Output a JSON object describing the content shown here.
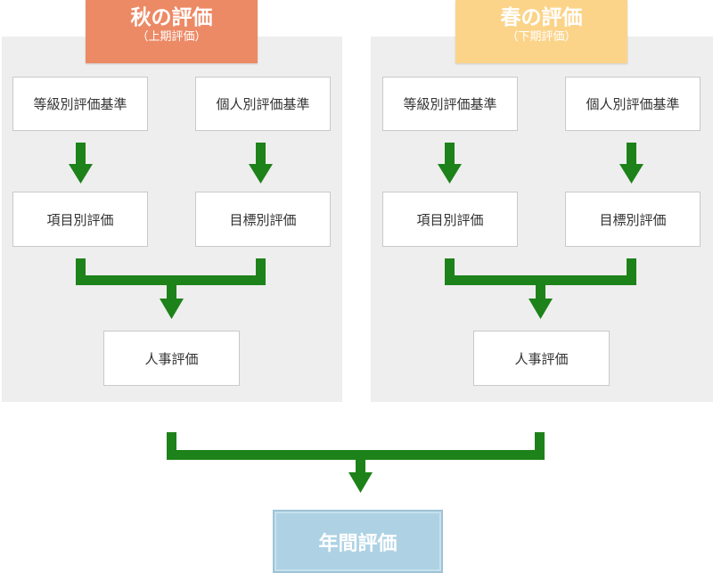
{
  "colors": {
    "panel_bg": "#eeeeee",
    "autumn_tab": "#ec8a65",
    "spring_tab": "#fbd48a",
    "arrow": "#1d8219",
    "final_box": "#aed2e4"
  },
  "autumn": {
    "title": "秋の評価",
    "subtitle": "（上期評価）",
    "grade_criteria": "等級別評価基準",
    "personal_criteria": "個人別評価基準",
    "item_eval": "項目別評価",
    "goal_eval": "目標別評価",
    "hr_eval": "人事評価"
  },
  "spring": {
    "title": "春の評価",
    "subtitle": "（下期評価）",
    "grade_criteria": "等級別評価基準",
    "personal_criteria": "個人別評価基準",
    "item_eval": "項目別評価",
    "goal_eval": "目標別評価",
    "hr_eval": "人事評価"
  },
  "annual": {
    "label": "年間評価"
  }
}
